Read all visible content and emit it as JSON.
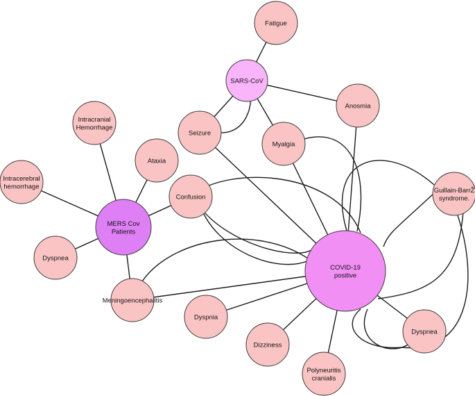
{
  "colors": {
    "symptom": "#fbc4c4",
    "sars": "#f9b4fa",
    "mers": "#df7ff5",
    "covid": "#f28ff5",
    "edge": "#1a1a1a"
  },
  "nodes": {
    "fatigue": {
      "label": [
        "Fatigue"
      ],
      "kind": "symptom"
    },
    "sars": {
      "label": [
        "SARS-CoV"
      ],
      "kind": "sars"
    },
    "anosmia": {
      "label": [
        "Anosmia"
      ],
      "kind": "symptom"
    },
    "seizure": {
      "label": [
        "Seizure"
      ],
      "kind": "symptom"
    },
    "myalgia": {
      "label": [
        "Myalgia"
      ],
      "kind": "symptom"
    },
    "intracranial": {
      "label": [
        "Intracranial",
        "Hemorrhage"
      ],
      "kind": "symptom"
    },
    "ataxia": {
      "label": [
        "Ataxia"
      ],
      "kind": "symptom"
    },
    "intracerebral": {
      "label": [
        "Intracerebral",
        "hemorrhage"
      ],
      "kind": "symptom"
    },
    "confusion": {
      "label": [
        "Confusion"
      ],
      "kind": "symptom"
    },
    "mers": {
      "label": [
        "MERS Cov",
        "Patients"
      ],
      "kind": "mers"
    },
    "guillain": {
      "label": [
        "Guillain-BarrŽ",
        "syndrome."
      ],
      "kind": "symptom"
    },
    "dyspnea_left": {
      "label": [
        "Dyspnea"
      ],
      "kind": "symptom"
    },
    "meningo": {
      "label": [
        "Meningoencephalitis"
      ],
      "kind": "symptom"
    },
    "covid": {
      "label": [
        "COVID-19",
        "positive"
      ],
      "kind": "covid"
    },
    "dyspnia": {
      "label": [
        "Dyspnia"
      ],
      "kind": "symptom"
    },
    "dizziness": {
      "label": [
        "Dizziness"
      ],
      "kind": "symptom"
    },
    "dyspnea_right": {
      "label": [
        "Dyspnea"
      ],
      "kind": "symptom"
    },
    "polyneuritis": {
      "label": [
        "Polyneuritis",
        "cranialis"
      ],
      "kind": "symptom"
    }
  },
  "edges": [
    [
      "fatigue",
      "sars"
    ],
    [
      "sars",
      "anosmia"
    ],
    [
      "sars",
      "seizure"
    ],
    [
      "sars",
      "seizure"
    ],
    [
      "sars",
      "myalgia"
    ],
    [
      "intracranial",
      "mers"
    ],
    [
      "ataxia",
      "mers"
    ],
    [
      "intracerebral",
      "mers"
    ],
    [
      "confusion",
      "mers"
    ],
    [
      "dyspnea_left",
      "mers"
    ],
    [
      "mers",
      "meningo"
    ],
    [
      "seizure",
      "covid"
    ],
    [
      "myalgia",
      "covid"
    ],
    [
      "myalgia",
      "covid"
    ],
    [
      "anosmia",
      "covid"
    ],
    [
      "confusion",
      "covid"
    ],
    [
      "confusion",
      "covid"
    ],
    [
      "confusion",
      "covid"
    ],
    [
      "meningo",
      "covid"
    ],
    [
      "meningo",
      "covid"
    ],
    [
      "guillain",
      "covid"
    ],
    [
      "guillain",
      "covid"
    ],
    [
      "guillain",
      "covid"
    ],
    [
      "guillain",
      "covid"
    ],
    [
      "dyspnia",
      "covid"
    ],
    [
      "dizziness",
      "covid"
    ],
    [
      "polyneuritis",
      "covid"
    ],
    [
      "dyspnea_right",
      "covid"
    ],
    [
      "dyspnea_right",
      "covid"
    ]
  ]
}
